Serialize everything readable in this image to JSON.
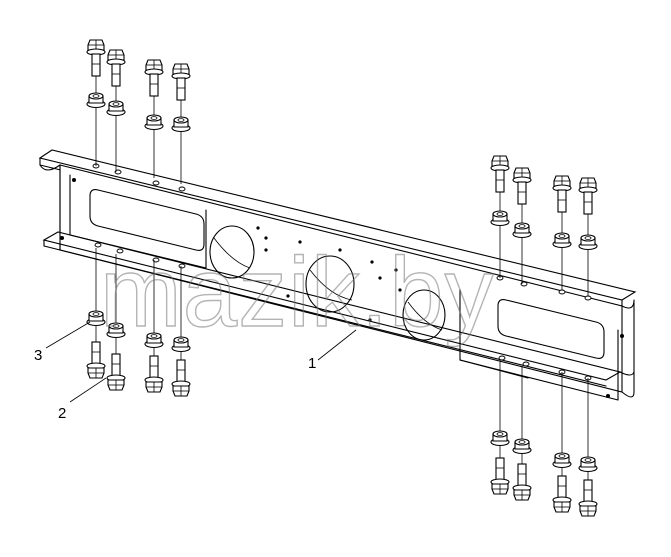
{
  "callouts": [
    {
      "label": "1"
    },
    {
      "label": "2"
    },
    {
      "label": "3"
    }
  ],
  "watermark": "mazik.by",
  "colors": {
    "line": "#000000",
    "background": "#ffffff",
    "watermark": "#777777"
  }
}
